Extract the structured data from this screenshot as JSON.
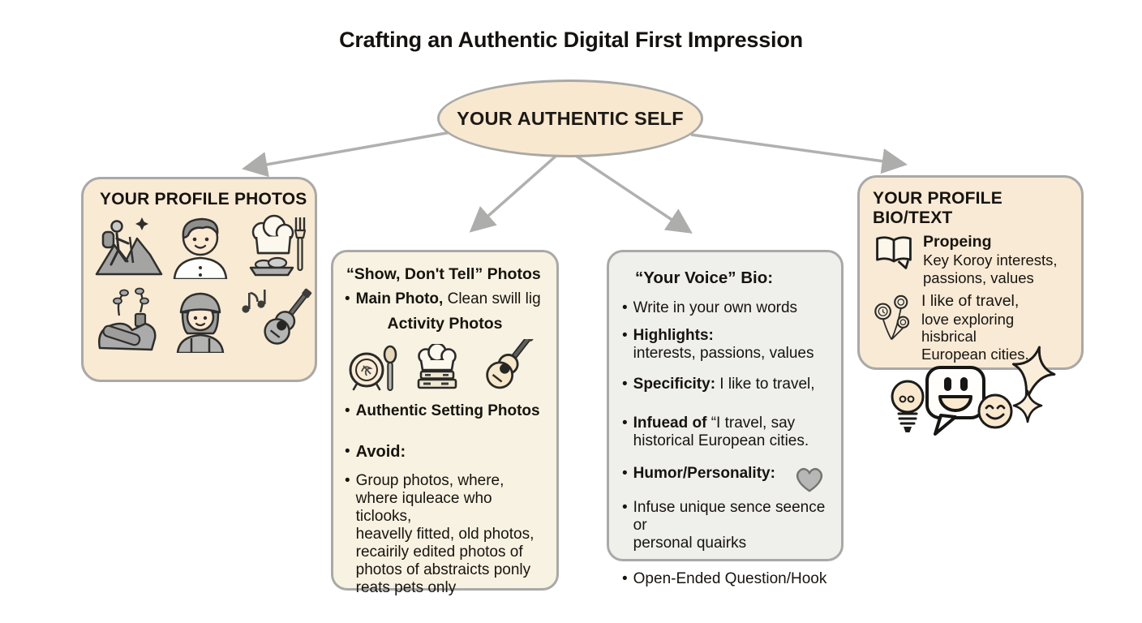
{
  "title": "Crafting an Authentic Digital First Impression",
  "glyphs": {
    "bullet": "•"
  },
  "center": {
    "label": "YOUR AUTHENTIC SELF"
  },
  "photos_box": {
    "title": "YOUR PROFILE PHOTOS"
  },
  "show_box": {
    "title": "“Show, Don't Tell” Photos",
    "main_photo_bold": "Main Photo,",
    "main_photo_rest": " Clean swill lig",
    "activity_heading": "Activity Photos",
    "authentic_bold": "Authentic Setting Photos",
    "avoid_bold": "Avoid:",
    "avoid_body": "Group photos, where,\nwhere iquleace who ticlooks,\nheavelly fitted, old photos,\nrecairily edited photos of\nphotos of abstraicts ponly\nreats pets only"
  },
  "voice_box": {
    "title": "“Your Voice” Bio:",
    "write": "Write in your own words",
    "highlights_bold": "Highlights:",
    "highlights_rest": "\ninterests, passions, values",
    "specificity_bold": "Specificity:",
    "specificity_rest": " I like to travel,",
    "instead_bold": "Infuead of",
    "instead_rest": " “I travel, say\nhistorical European cities.",
    "humor_bold": "Humor/Personality:",
    "infuse": "Infuse unique sence seence or\npersonal quairks",
    "open_ended": "Open-Ended Question/Hook"
  },
  "bio_box": {
    "title": "YOUR PROFILE BIO/TEXT",
    "propeing_bold": "Propeing",
    "propeing_rest": "Key Koroy interests,\npassions, values",
    "travel_line1": "I like of travel,",
    "travel_rest": "love exploring hisbrical\nEuropean cities."
  },
  "colors": {
    "cream_fill": "#f9e8d0",
    "panel_cream": "#f8f2e2",
    "panel_gray": "#efefec",
    "border_gray": "#a9a9a7",
    "arrow_gray": "#b0b0ae",
    "ink": "#17140f"
  },
  "icon_names": [
    "hiker-mountains-icon",
    "chef-boy-icon",
    "chef-hat-food-icon",
    "plants-rocks-icon",
    "girl-beret-icon",
    "music-guitar-icon",
    "plate-spoon-icon",
    "chef-hat-books-icon",
    "guitar-icon",
    "heart-icon",
    "open-book-icon",
    "balloons-icon",
    "lightbulb-icon",
    "chat-smiley-icon",
    "smiley-icon",
    "sparkle-icon"
  ]
}
